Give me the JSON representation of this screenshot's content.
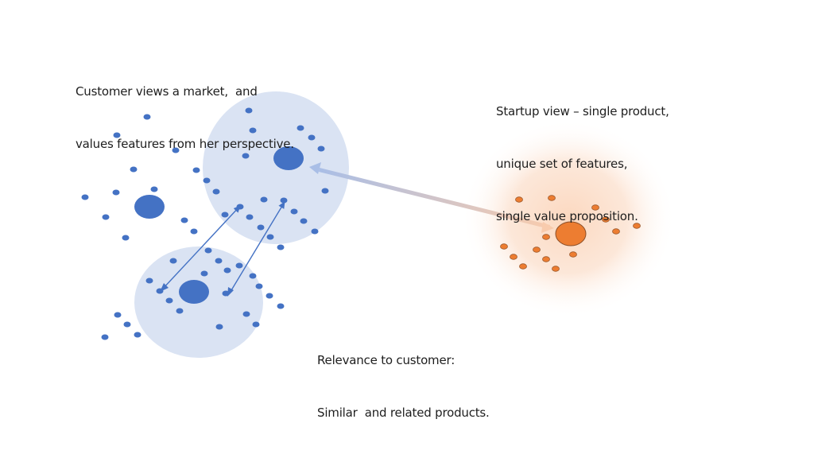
{
  "labels": {
    "customer": [
      "Customer views a market,  and",
      "values features from her perspective."
    ],
    "startup": [
      "Startup view – single product,",
      "unique set of features,",
      "single value proposition."
    ],
    "relevance": [
      "Relevance to customer:",
      "Similar  and related products."
    ]
  },
  "colors": {
    "market_dot": "#4472C4",
    "cluster_fill": "#DAE3F3",
    "startup_dot": "#ED7D31",
    "startup_dot_stroke": "#9C5A2E",
    "startup_glow": "#FBD9C2",
    "arrow_blue": "#4472C4",
    "arrow_gradient_start": "#A9BEE6",
    "arrow_gradient_end": "#F8CBAD"
  },
  "icons": {
    "market_product": "filled-circle",
    "startup_product": "filled-circle",
    "feature": "small-dot"
  }
}
